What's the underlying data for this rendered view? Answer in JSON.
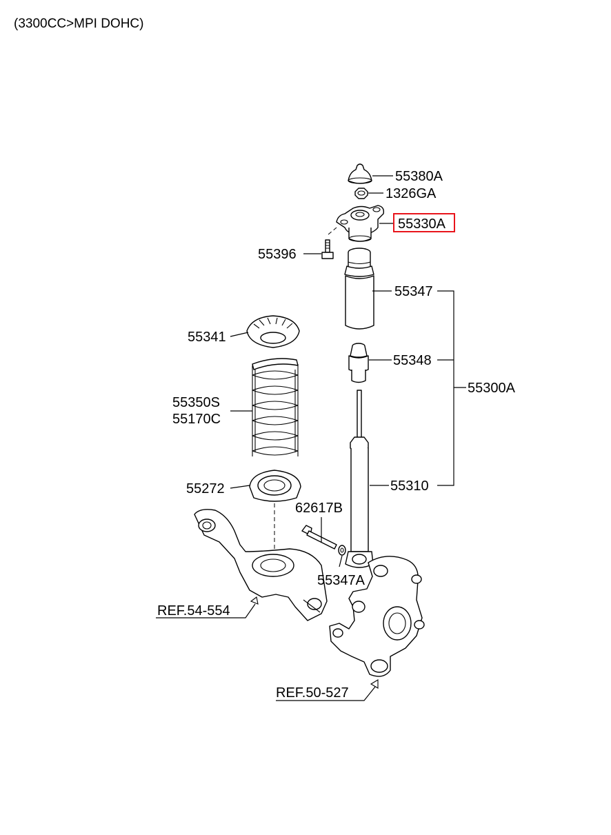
{
  "header": {
    "title": "(3300CC>MPI DOHC)"
  },
  "colors": {
    "highlight": "#e8141b",
    "line": "#000000",
    "background": "#ffffff"
  },
  "parts": {
    "p55380A": "55380A",
    "p1326GA": "1326GA",
    "p55330A": "55330A",
    "p55396": "55396",
    "p55347": "55347",
    "p55341": "55341",
    "p55348": "55348",
    "p55300A": "55300A",
    "p55350S": "55350S",
    "p55170C": "55170C",
    "p55272": "55272",
    "p55310": "55310",
    "p62617B": "62617B",
    "p55347A": "55347A"
  },
  "refs": {
    "ref1": "REF.54-554",
    "ref2": "REF.50-527"
  },
  "highlighted_part": "55330A"
}
